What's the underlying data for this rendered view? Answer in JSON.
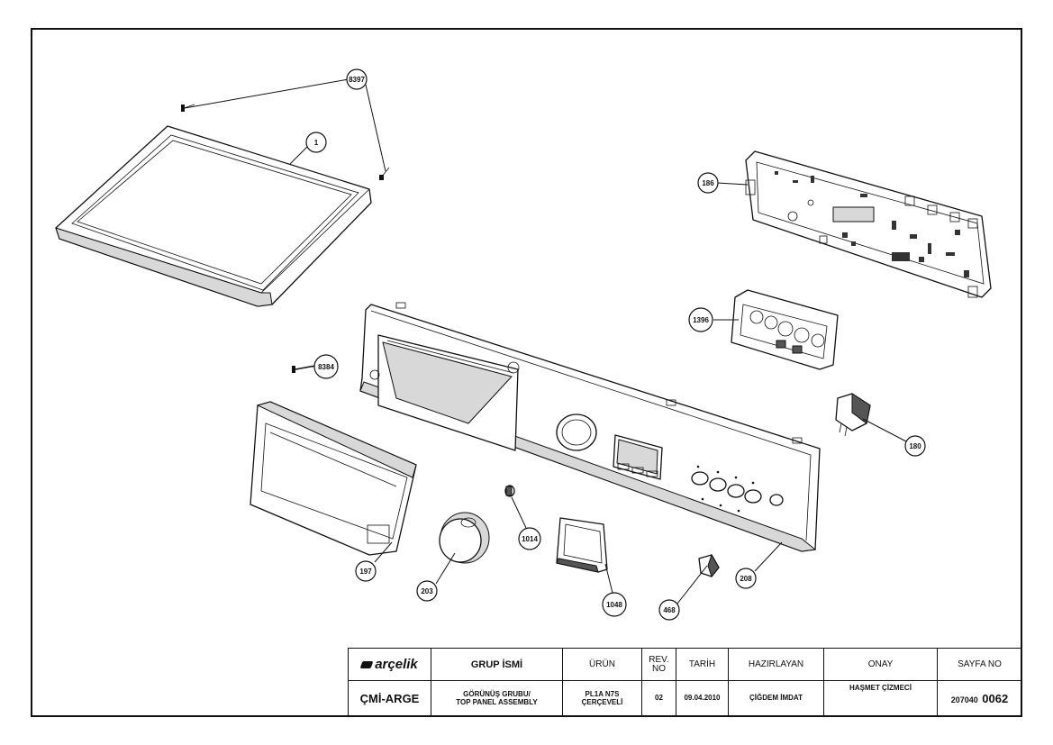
{
  "callouts": {
    "c8397": "8397",
    "c1": "1",
    "c186": "186",
    "c1396": "1396",
    "c8384": "8384",
    "c180": "180",
    "c1014": "1014",
    "c197": "197",
    "c203": "203",
    "c1048": "1048",
    "c468": "468",
    "c208": "208"
  },
  "title_block": {
    "logo": "arçelik",
    "group_header": "GRUP İSMİ",
    "product_header": "ÜRÜN",
    "rev_header": "REV. NO",
    "date_header": "TARİH",
    "prepared_header": "HAZIRLAYAN",
    "approval_header": "ONAY",
    "page_header": "SAYFA NO",
    "department": "ÇMİ-ARGE",
    "group_line1": "GÖRÜNÜŞ GRUBU/",
    "group_line2": "TOP PANEL ASSEMBLY",
    "product_line1": "PL1A  N7S",
    "product_line2": "ÇERÇEVELİ",
    "rev": "02",
    "date": "09.04.2010",
    "prepared_by": "ÇİĞDEM İMDAT",
    "approved_by": "HAŞMET ÇİZMECİ",
    "page_prefix": "207040",
    "page_suffix": "0062"
  },
  "colors": {
    "line": "#111111",
    "paper": "#ffffff",
    "shade": "#d8d8d8"
  }
}
